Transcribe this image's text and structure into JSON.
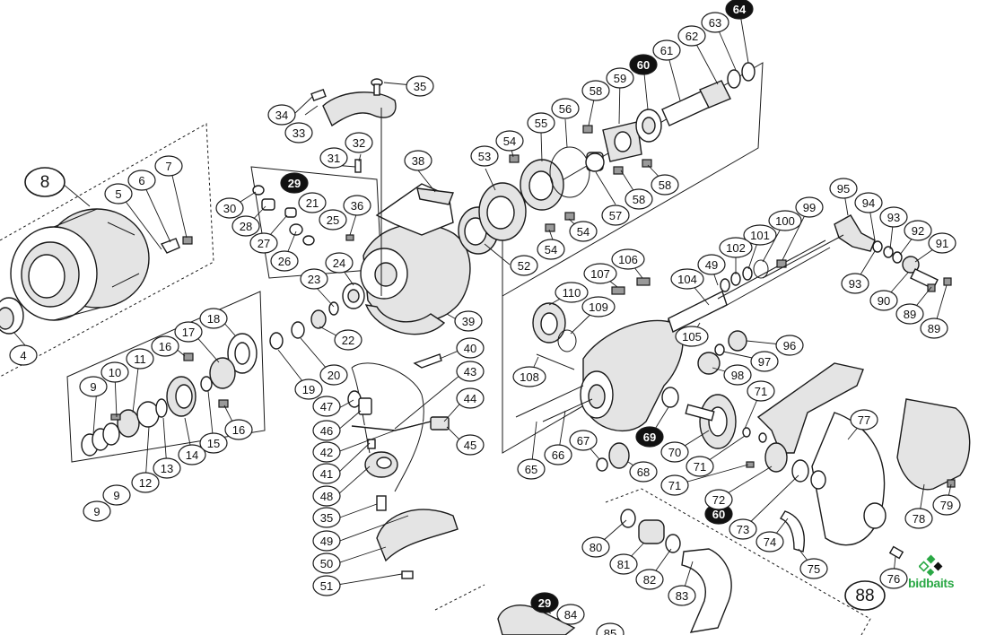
{
  "diagram": {
    "callouts": [
      {
        "id": "c8",
        "label": "8",
        "style": "big"
      },
      {
        "id": "c88",
        "label": "88",
        "style": "big"
      },
      {
        "id": "c4",
        "label": "4"
      },
      {
        "id": "c5",
        "label": "5"
      },
      {
        "id": "c6",
        "label": "6"
      },
      {
        "id": "c7",
        "label": "7"
      },
      {
        "id": "c9a",
        "label": "9"
      },
      {
        "id": "c9b",
        "label": "9"
      },
      {
        "id": "c9c",
        "label": "9"
      },
      {
        "id": "c10",
        "label": "10"
      },
      {
        "id": "c11",
        "label": "11"
      },
      {
        "id": "c12",
        "label": "12"
      },
      {
        "id": "c13",
        "label": "13"
      },
      {
        "id": "c14",
        "label": "14"
      },
      {
        "id": "c15",
        "label": "15"
      },
      {
        "id": "c16a",
        "label": "16"
      },
      {
        "id": "c16b",
        "label": "16"
      },
      {
        "id": "c17",
        "label": "17"
      },
      {
        "id": "c18",
        "label": "18"
      },
      {
        "id": "c19",
        "label": "19"
      },
      {
        "id": "c20",
        "label": "20"
      },
      {
        "id": "c21",
        "label": "21"
      },
      {
        "id": "c22",
        "label": "22"
      },
      {
        "id": "c23",
        "label": "23"
      },
      {
        "id": "c24",
        "label": "24"
      },
      {
        "id": "c25",
        "label": "25"
      },
      {
        "id": "c26",
        "label": "26"
      },
      {
        "id": "c27",
        "label": "27"
      },
      {
        "id": "c28",
        "label": "28"
      },
      {
        "id": "c29a",
        "label": "29",
        "style": "black"
      },
      {
        "id": "c29b",
        "label": "29",
        "style": "black"
      },
      {
        "id": "c30",
        "label": "30"
      },
      {
        "id": "c31",
        "label": "31"
      },
      {
        "id": "c32",
        "label": "32"
      },
      {
        "id": "c33",
        "label": "33"
      },
      {
        "id": "c34",
        "label": "34"
      },
      {
        "id": "c35a",
        "label": "35"
      },
      {
        "id": "c35b",
        "label": "35"
      },
      {
        "id": "c36",
        "label": "36"
      },
      {
        "id": "c38",
        "label": "38"
      },
      {
        "id": "c39",
        "label": "39"
      },
      {
        "id": "c40",
        "label": "40"
      },
      {
        "id": "c41",
        "label": "41"
      },
      {
        "id": "c42",
        "label": "42"
      },
      {
        "id": "c43",
        "label": "43"
      },
      {
        "id": "c44",
        "label": "44"
      },
      {
        "id": "c45",
        "label": "45"
      },
      {
        "id": "c46",
        "label": "46"
      },
      {
        "id": "c47",
        "label": "47"
      },
      {
        "id": "c48",
        "label": "48"
      },
      {
        "id": "c49a",
        "label": "49"
      },
      {
        "id": "c49b",
        "label": "49"
      },
      {
        "id": "c50",
        "label": "50"
      },
      {
        "id": "c51",
        "label": "51"
      },
      {
        "id": "c52",
        "label": "52"
      },
      {
        "id": "c53",
        "label": "53"
      },
      {
        "id": "c54a",
        "label": "54"
      },
      {
        "id": "c54b",
        "label": "54"
      },
      {
        "id": "c54c",
        "label": "54"
      },
      {
        "id": "c55",
        "label": "55"
      },
      {
        "id": "c56",
        "label": "56"
      },
      {
        "id": "c57",
        "label": "57"
      },
      {
        "id": "c58a",
        "label": "58"
      },
      {
        "id": "c58b",
        "label": "58"
      },
      {
        "id": "c58c",
        "label": "58"
      },
      {
        "id": "c59",
        "label": "59"
      },
      {
        "id": "c60a",
        "label": "60",
        "style": "black"
      },
      {
        "id": "c60b",
        "label": "60",
        "style": "black"
      },
      {
        "id": "c61",
        "label": "61"
      },
      {
        "id": "c62",
        "label": "62"
      },
      {
        "id": "c63",
        "label": "63"
      },
      {
        "id": "c64",
        "label": "64",
        "style": "black"
      },
      {
        "id": "c65",
        "label": "65"
      },
      {
        "id": "c66",
        "label": "66"
      },
      {
        "id": "c67",
        "label": "67"
      },
      {
        "id": "c68",
        "label": "68"
      },
      {
        "id": "c69",
        "label": "69",
        "style": "black"
      },
      {
        "id": "c70",
        "label": "70"
      },
      {
        "id": "c71a",
        "label": "71"
      },
      {
        "id": "c71b",
        "label": "71"
      },
      {
        "id": "c71c",
        "label": "71"
      },
      {
        "id": "c72",
        "label": "72"
      },
      {
        "id": "c73",
        "label": "73"
      },
      {
        "id": "c74",
        "label": "74"
      },
      {
        "id": "c75",
        "label": "75"
      },
      {
        "id": "c76",
        "label": "76"
      },
      {
        "id": "c77",
        "label": "77"
      },
      {
        "id": "c78",
        "label": "78"
      },
      {
        "id": "c79",
        "label": "79"
      },
      {
        "id": "c80",
        "label": "80"
      },
      {
        "id": "c81",
        "label": "81"
      },
      {
        "id": "c82",
        "label": "82"
      },
      {
        "id": "c83",
        "label": "83"
      },
      {
        "id": "c84",
        "label": "84"
      },
      {
        "id": "c85",
        "label": "85"
      },
      {
        "id": "c89a",
        "label": "89"
      },
      {
        "id": "c89b",
        "label": "89"
      },
      {
        "id": "c90",
        "label": "90"
      },
      {
        "id": "c91",
        "label": "91"
      },
      {
        "id": "c92",
        "label": "92"
      },
      {
        "id": "c93a",
        "label": "93"
      },
      {
        "id": "c93b",
        "label": "93"
      },
      {
        "id": "c94",
        "label": "94"
      },
      {
        "id": "c95",
        "label": "95"
      },
      {
        "id": "c96",
        "label": "96"
      },
      {
        "id": "c97",
        "label": "97"
      },
      {
        "id": "c98",
        "label": "98"
      },
      {
        "id": "c99",
        "label": "99"
      },
      {
        "id": "c100",
        "label": "100"
      },
      {
        "id": "c101",
        "label": "101"
      },
      {
        "id": "c102",
        "label": "102"
      },
      {
        "id": "c104",
        "label": "104"
      },
      {
        "id": "c105",
        "label": "105"
      },
      {
        "id": "c106",
        "label": "106"
      },
      {
        "id": "c107",
        "label": "107"
      },
      {
        "id": "c108",
        "label": "108"
      },
      {
        "id": "c109",
        "label": "109"
      },
      {
        "id": "c110",
        "label": "110"
      }
    ]
  },
  "logo": {
    "text": "bidbaits",
    "color": "#2aa845",
    "icon": "bidbaits-logo-icon"
  }
}
